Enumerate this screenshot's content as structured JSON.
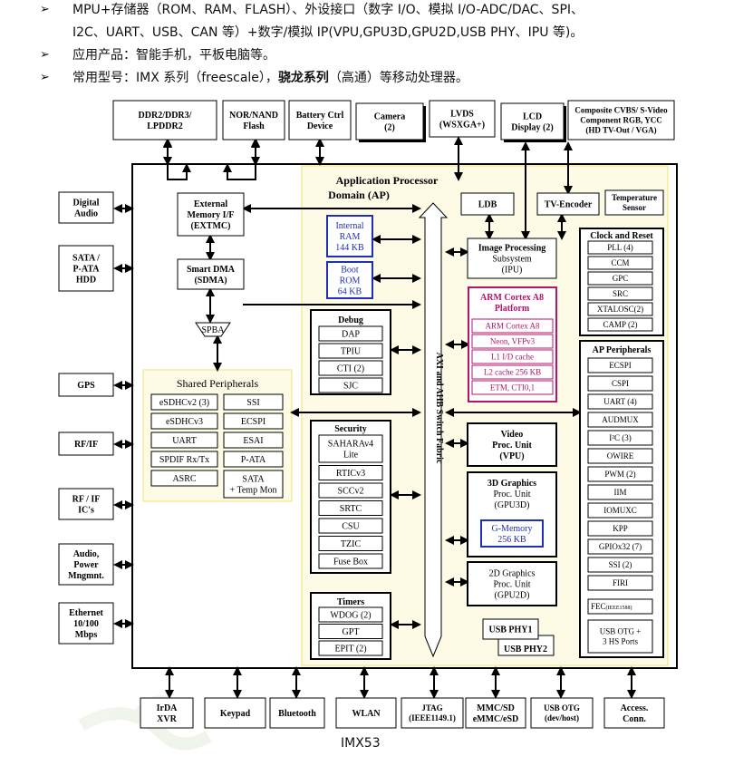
{
  "bullets": [
    {
      "arrow": "➢",
      "parts": [
        {
          "text": "MPU+存储器（ROM、RAM、FLASH）、外设接口（数字 I/O、模拟 I/O-ADC/DAC、SPI、",
          "bold": false
        }
      ]
    },
    {
      "arrow": "",
      "parts": [
        {
          "text": "I2C、UART、USB、CAN 等）+数字/模拟 IP(VPU,GPU3D,GPU2D,USB PHY、IPU 等)。",
          "bold": false
        }
      ]
    },
    {
      "arrow": "➢",
      "parts": [
        {
          "text": "应用产品：智能手机，平板电脑等。",
          "bold": false
        }
      ]
    },
    {
      "arrow": "➢",
      "parts": [
        {
          "text": "常用型号：IMX 系列（freescale），",
          "bold": false
        },
        {
          "text": "骁龙系列",
          "bold": true
        },
        {
          "text": "（高通）等移动处理器。",
          "bold": false
        }
      ]
    }
  ],
  "caption": "IMX53",
  "colors": {
    "domain_fill": "#fdfbe6",
    "domain_border": "#f2ec9c",
    "blue": "#1f2fb8",
    "magenta": "#b4146c",
    "line": "#000000"
  },
  "top_boxes": [
    {
      "id": "ddr",
      "lines": [
        "DDR2/DDR3/",
        "LPDDR2"
      ]
    },
    {
      "id": "nor",
      "lines": [
        "NOR/NAND",
        "Flash"
      ]
    },
    {
      "id": "bat",
      "lines": [
        "Battery Ctrl",
        "Device"
      ]
    },
    {
      "id": "cam",
      "lines": [
        "Camera",
        "(2)"
      ]
    },
    {
      "id": "lvds",
      "lines": [
        "LVDS",
        "(WSXGA+)"
      ]
    },
    {
      "id": "lcd",
      "lines": [
        "LCD",
        "Display (2)"
      ]
    },
    {
      "id": "cvbs",
      "lines": [
        "Composite CVBS/ S-Video",
        "Component RGB, YCC",
        "(HD TV-Out / VGA)"
      ]
    }
  ],
  "left_boxes": [
    {
      "id": "daudio",
      "lines": [
        "Digital",
        "Audio"
      ]
    },
    {
      "id": "sata",
      "lines": [
        "SATA /",
        "P-ATA",
        "HDD"
      ]
    },
    {
      "id": "gps",
      "lines": [
        "GPS"
      ]
    },
    {
      "id": "rfif",
      "lines": [
        "RF/IF"
      ]
    },
    {
      "id": "rfic",
      "lines": [
        "RF / IF",
        "IC's"
      ]
    },
    {
      "id": "apm",
      "lines": [
        "Audio,",
        "Power",
        "Mngmnt."
      ]
    },
    {
      "id": "eth",
      "lines": [
        "Ethernet",
        "10/100",
        "Mbps"
      ]
    }
  ],
  "bottom_boxes": [
    {
      "id": "irda",
      "lines": [
        "IrDA",
        "XVR"
      ]
    },
    {
      "id": "keypad",
      "lines": [
        "Keypad"
      ]
    },
    {
      "id": "bt",
      "lines": [
        "Bluetooth"
      ]
    },
    {
      "id": "wlan",
      "lines": [
        "WLAN"
      ]
    },
    {
      "id": "jtag",
      "lines": [
        "JTAG",
        "(IEEE1149.1)"
      ]
    },
    {
      "id": "mmc",
      "lines": [
        "MMC/SD",
        "eMMC/eSD"
      ]
    },
    {
      "id": "usbotg",
      "lines": [
        "USB OTG",
        "(dev/host)"
      ]
    },
    {
      "id": "access",
      "lines": [
        "Access.",
        "Conn."
      ]
    }
  ],
  "apd_title": [
    "Application Processor",
    "Domain (AP)"
  ],
  "extmc": [
    "External",
    "Memory I/F",
    "(EXTMC)"
  ],
  "sdma": [
    "Smart DMA",
    "(SDMA)"
  ],
  "spba": "SPBA",
  "iram": [
    "Internal",
    "RAM",
    "144 KB"
  ],
  "brom": [
    "Boot",
    "ROM",
    "64 KB"
  ],
  "ldb": "LDB",
  "tvenc": "TV-Encoder",
  "tsensor": [
    "Temperature",
    "Sensor"
  ],
  "ipu": [
    "Image Processing",
    "Subsystem",
    "(IPU)"
  ],
  "arm": {
    "title": [
      "ARM Cortex A8",
      "Platform"
    ],
    "items": [
      "ARM Cortex A8",
      "Neon, VFPv3",
      "L1 I/D cache",
      "L2 cache 256 KB",
      "ETM, CTI0,1"
    ]
  },
  "clock": {
    "title": "Clock and Reset",
    "items": [
      "PLL (4)",
      "CCM",
      "GPC",
      "SRC",
      "XTALOSC(2)",
      "CAMP (2)"
    ]
  },
  "apperiph": {
    "title": "AP Peripherals",
    "items": [
      "ECSPI",
      "CSPI",
      "UART (4)",
      "AUDMUX",
      "I²C (3)",
      "OWIRE",
      "PWM (2)",
      "IIM",
      "IOMUXC",
      "KPP",
      "GPIOx32 (7)",
      "SSI (2)",
      "FIRI"
    ],
    "fec": "FEC",
    "fec_sub": "(IEEE1588)",
    "usbotg": [
      "USB OTG +",
      "3 HS Ports"
    ]
  },
  "debug": {
    "title": "Debug",
    "items": [
      "DAP",
      "TPIU",
      "CTI (2)",
      "SJC"
    ]
  },
  "security": {
    "title": "Security",
    "items": [
      [
        "SAHARAv4",
        "Lite"
      ],
      [
        "RTICv3"
      ],
      [
        "SCCv2"
      ],
      [
        "SRTC"
      ],
      [
        "CSU"
      ],
      [
        "TZIC"
      ],
      [
        "Fuse Box"
      ]
    ]
  },
  "timers": {
    "title": "Timers",
    "items": [
      "WDOG (2)",
      "GPT",
      "EPIT (2)"
    ]
  },
  "shared": {
    "title": "Shared Peripherals",
    "left": [
      "eSDHCv2 (3)",
      "eSDHCv3",
      "UART",
      "SPDIF Rx/Tx",
      "ASRC"
    ],
    "right": [
      [
        "SSI"
      ],
      [
        "ECSPI"
      ],
      [
        "ESAI"
      ],
      [
        "P-ATA"
      ],
      [
        "SATA",
        "+ Temp Mon"
      ]
    ]
  },
  "axi": "AXI and AHB Switch Fabric",
  "vpu": [
    "Video",
    "Proc. Unit",
    "(VPU)"
  ],
  "gpu3d": {
    "lines": [
      "3D Graphics",
      "Proc. Unit",
      "(GPU3D)"
    ],
    "gmem": [
      "G-Memory",
      "256 KB"
    ]
  },
  "gpu2d": [
    "2D Graphics",
    "Proc. Unit",
    "(GPU2D)"
  ],
  "usbphy1": "USB PHY1",
  "usbphy2": "USB PHY2"
}
